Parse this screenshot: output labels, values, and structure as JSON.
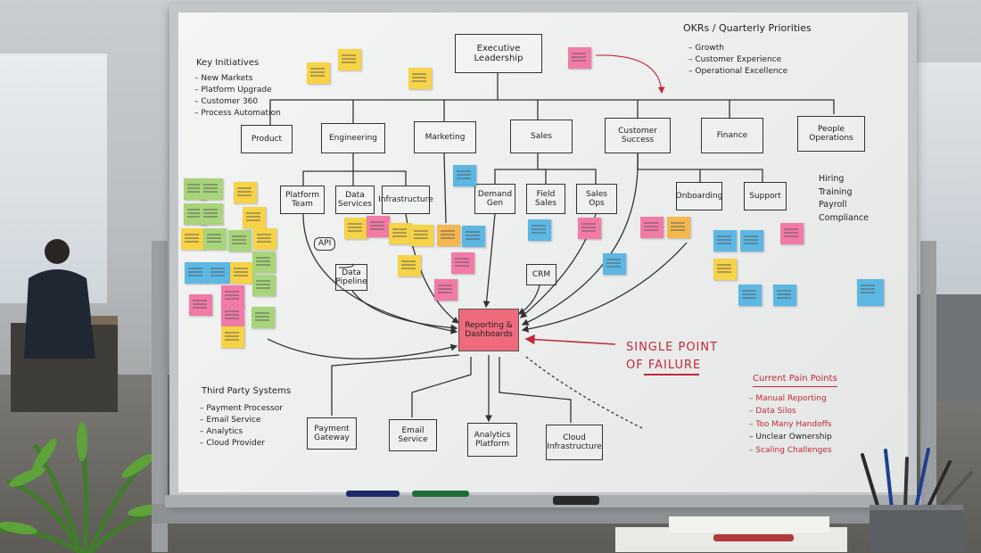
{
  "title_box": "Executive Leadership",
  "okrs": {
    "title": "OKRs / Quarterly Priorities",
    "items": [
      "Growth",
      "Customer Experience",
      "Operational Excellence"
    ]
  },
  "key_initiatives": {
    "title": "Key Initiatives",
    "items": [
      "New Markets",
      "Platform Upgrade",
      "Customer 360",
      "Process Automation"
    ]
  },
  "departments": [
    "Product",
    "Engineering",
    "Marketing",
    "Sales",
    "Customer Success",
    "Finance",
    "People Operations"
  ],
  "engineering_teams": [
    "Platform Team",
    "Data Services",
    "Infrastructure"
  ],
  "sales_teams": [
    "Demand Gen",
    "Field Sales",
    "Sales Ops"
  ],
  "cs_teams": [
    "Onboarding",
    "Support"
  ],
  "people_ops": [
    "Hiring",
    "Training",
    "Payroll",
    "Compliance"
  ],
  "systems": {
    "api": "API",
    "data_pipeline": "Data Pipeline",
    "crm": "CRM",
    "reporting": "Reporting & Dashboards"
  },
  "spof": [
    "SINGLE POINT",
    "OF FAILURE"
  ],
  "third_party": {
    "title": "Third Party Systems",
    "items": [
      "Payment Processor",
      "Email Service",
      "Analytics",
      "Cloud Provider"
    ]
  },
  "vendors": [
    "Payment Gateway",
    "Email Service",
    "Analytics Platform",
    "Cloud Infrastructure"
  ],
  "pain_points": {
    "title": "Current Pain Points",
    "items": [
      "Manual Reporting",
      "Data Silos",
      "Too Many Handoffs",
      "Unclear Ownership",
      "Scaling Challenges"
    ]
  },
  "colors": {
    "reporting_box": "#ee6a7c",
    "pain_points": "#c2283a",
    "spof_arrow": "#c2283a"
  }
}
